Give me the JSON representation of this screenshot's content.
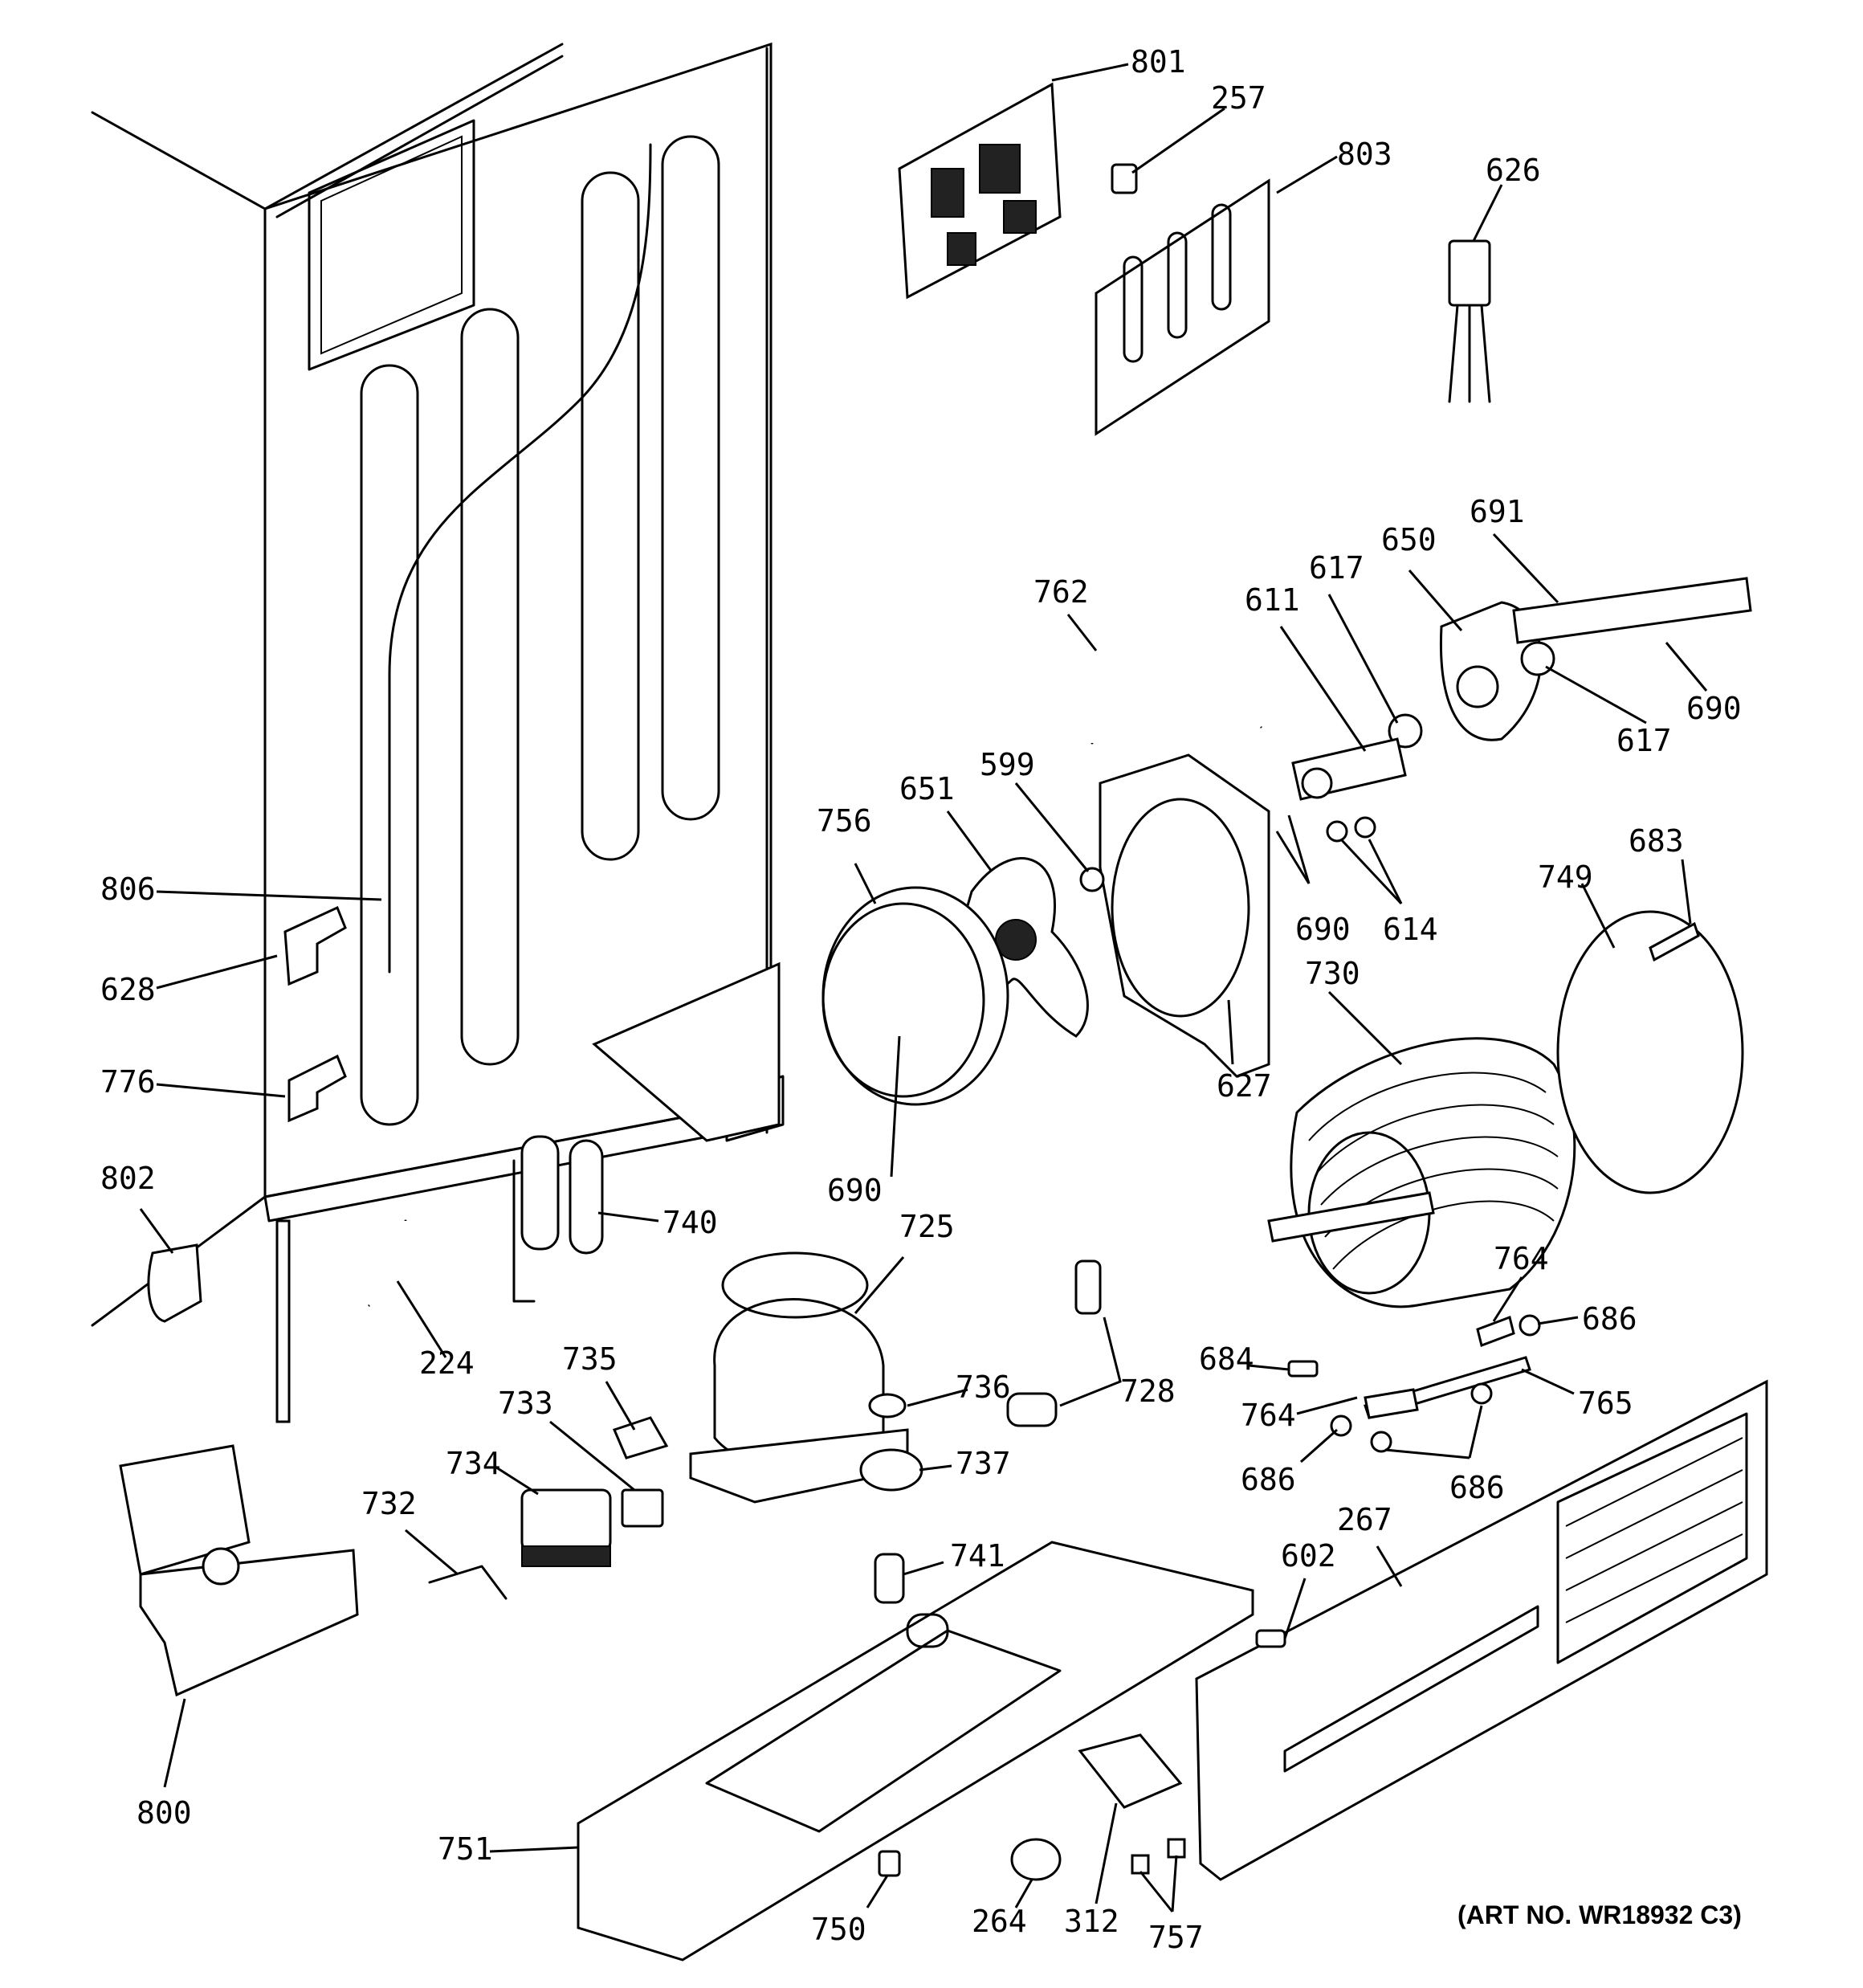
{
  "art_number": "(ART NO. WR18932 C3)",
  "labels": {
    "l801": "801",
    "l257": "257",
    "l803": "803",
    "l626": "626",
    "l691": "691",
    "l650": "650",
    "l617a": "617",
    "l611": "611",
    "l762": "762",
    "l690a": "690",
    "l617b": "617",
    "l599": "599",
    "l651": "651",
    "l756": "756",
    "l690b": "690",
    "l614": "614",
    "l683": "683",
    "l749": "749",
    "l806": "806",
    "l628": "628",
    "l730": "730",
    "l776": "776",
    "l627": "627",
    "l690c": "690",
    "l802": "802",
    "l740": "740",
    "l725": "725",
    "l764a": "764",
    "l224": "224",
    "l686a": "686",
    "l684": "684",
    "l735": "735",
    "l736": "736",
    "l728": "728",
    "l765": "765",
    "l764b": "764",
    "l733": "733",
    "l686b": "686",
    "l686c": "686",
    "l737": "737",
    "l734": "734",
    "l267": "267",
    "l732": "732",
    "l741": "741",
    "l602": "602",
    "l800": "800",
    "l751": "751",
    "l750": "750",
    "l264": "264",
    "l312": "312",
    "l757": "757"
  }
}
